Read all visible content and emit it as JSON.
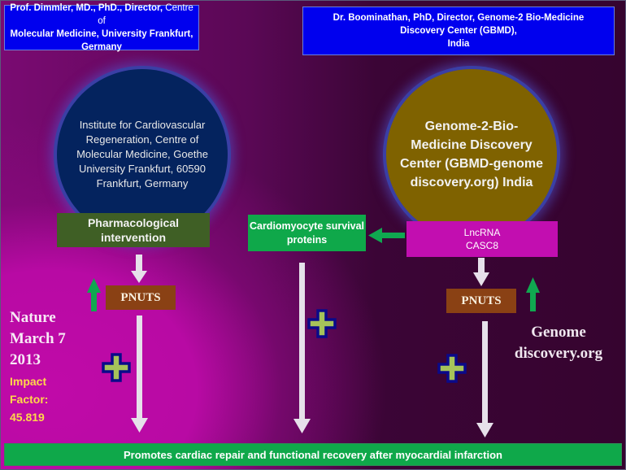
{
  "headers": {
    "left": {
      "bold_line1": "Prof. Dimmler, MD., PhD., Director,",
      "lite_line1": " Centre of",
      "line2": "Molecular Medicine, University Frankfurt,",
      "line3": "Germany"
    },
    "right": {
      "line1": "Dr. Boominathan, PhD, Director, Genome-2 Bio-Medicine",
      "line2": "Discovery Center (GBMD),",
      "line3": "India"
    }
  },
  "circles": {
    "left": {
      "text": "Institute for Cardiovascular Regeneration, Centre of Molecular Medicine, Goethe University Frankfurt, 60590 Frankfurt, Germany",
      "color": "#04235e"
    },
    "right": {
      "text": "Genome-2-Bio-Medicine Discovery Center (GBMD-genome discovery.org) India",
      "color": "#7f6200"
    }
  },
  "nodes": {
    "pharma": "Pharmacological intervention",
    "cardio": "Cardiomyocyte survival proteins",
    "lnc_line1": "LncRNA",
    "lnc_line2": "CASC8",
    "pnuts_left": "PNUTS",
    "pnuts_right": "PNUTS"
  },
  "annotations": {
    "nature_line1": "Nature",
    "nature_line2": "March 7",
    "nature_line3": "2013",
    "impact_line1": "Impact",
    "impact_line2": "Factor:",
    "impact_value": "45.819",
    "genome_line1": "Genome",
    "genome_line2": "discovery.org"
  },
  "footer": "Promotes cardiac repair and functional recovery after myocardial infarction",
  "icons": {
    "up_arrow": "green-up-arrow",
    "down_arrow": "white-down-arrow",
    "left_arrow": "green-left-arrow",
    "plus": "plus-sign"
  },
  "colors": {
    "header_blue": "#0000ee",
    "green": "#0fa84a",
    "magenta": "#c20eb0",
    "pnuts_brown": "#8a4114",
    "plus_fill": "#a6c35a",
    "plus_outline": "#0a0a8a"
  }
}
